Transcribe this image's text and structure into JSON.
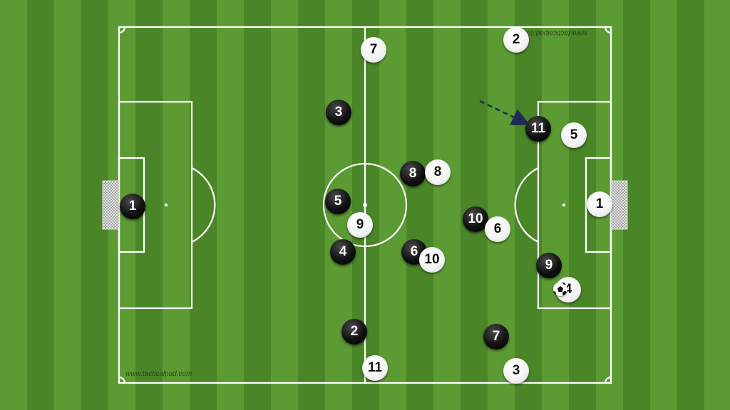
{
  "watermark_text": "www.tacticalpad.com",
  "colors": {
    "stripe_light": "#5c9b34",
    "stripe_dark": "#4a8527",
    "line": "#ffffff",
    "arrow": "#1d2b55"
  },
  "team_black": [
    {
      "id": "black-1",
      "number": "1"
    },
    {
      "id": "black-3",
      "number": "3"
    },
    {
      "id": "black-5",
      "number": "5"
    },
    {
      "id": "black-4",
      "number": "4"
    },
    {
      "id": "black-2",
      "number": "2"
    },
    {
      "id": "black-8",
      "number": "8"
    },
    {
      "id": "black-6",
      "number": "6"
    },
    {
      "id": "black-10",
      "number": "10"
    },
    {
      "id": "black-11",
      "number": "11"
    },
    {
      "id": "black-9",
      "number": "9"
    },
    {
      "id": "black-7",
      "number": "7"
    }
  ],
  "team_white": [
    {
      "id": "white-7",
      "number": "7"
    },
    {
      "id": "white-2",
      "number": "2"
    },
    {
      "id": "white-5",
      "number": "5"
    },
    {
      "id": "white-8",
      "number": "8"
    },
    {
      "id": "white-9",
      "number": "9"
    },
    {
      "id": "white-6",
      "number": "6"
    },
    {
      "id": "white-10",
      "number": "10"
    },
    {
      "id": "white-1",
      "number": "1"
    },
    {
      "id": "white-4",
      "number": "4"
    },
    {
      "id": "white-11",
      "number": "11"
    },
    {
      "id": "white-3",
      "number": "3"
    }
  ]
}
